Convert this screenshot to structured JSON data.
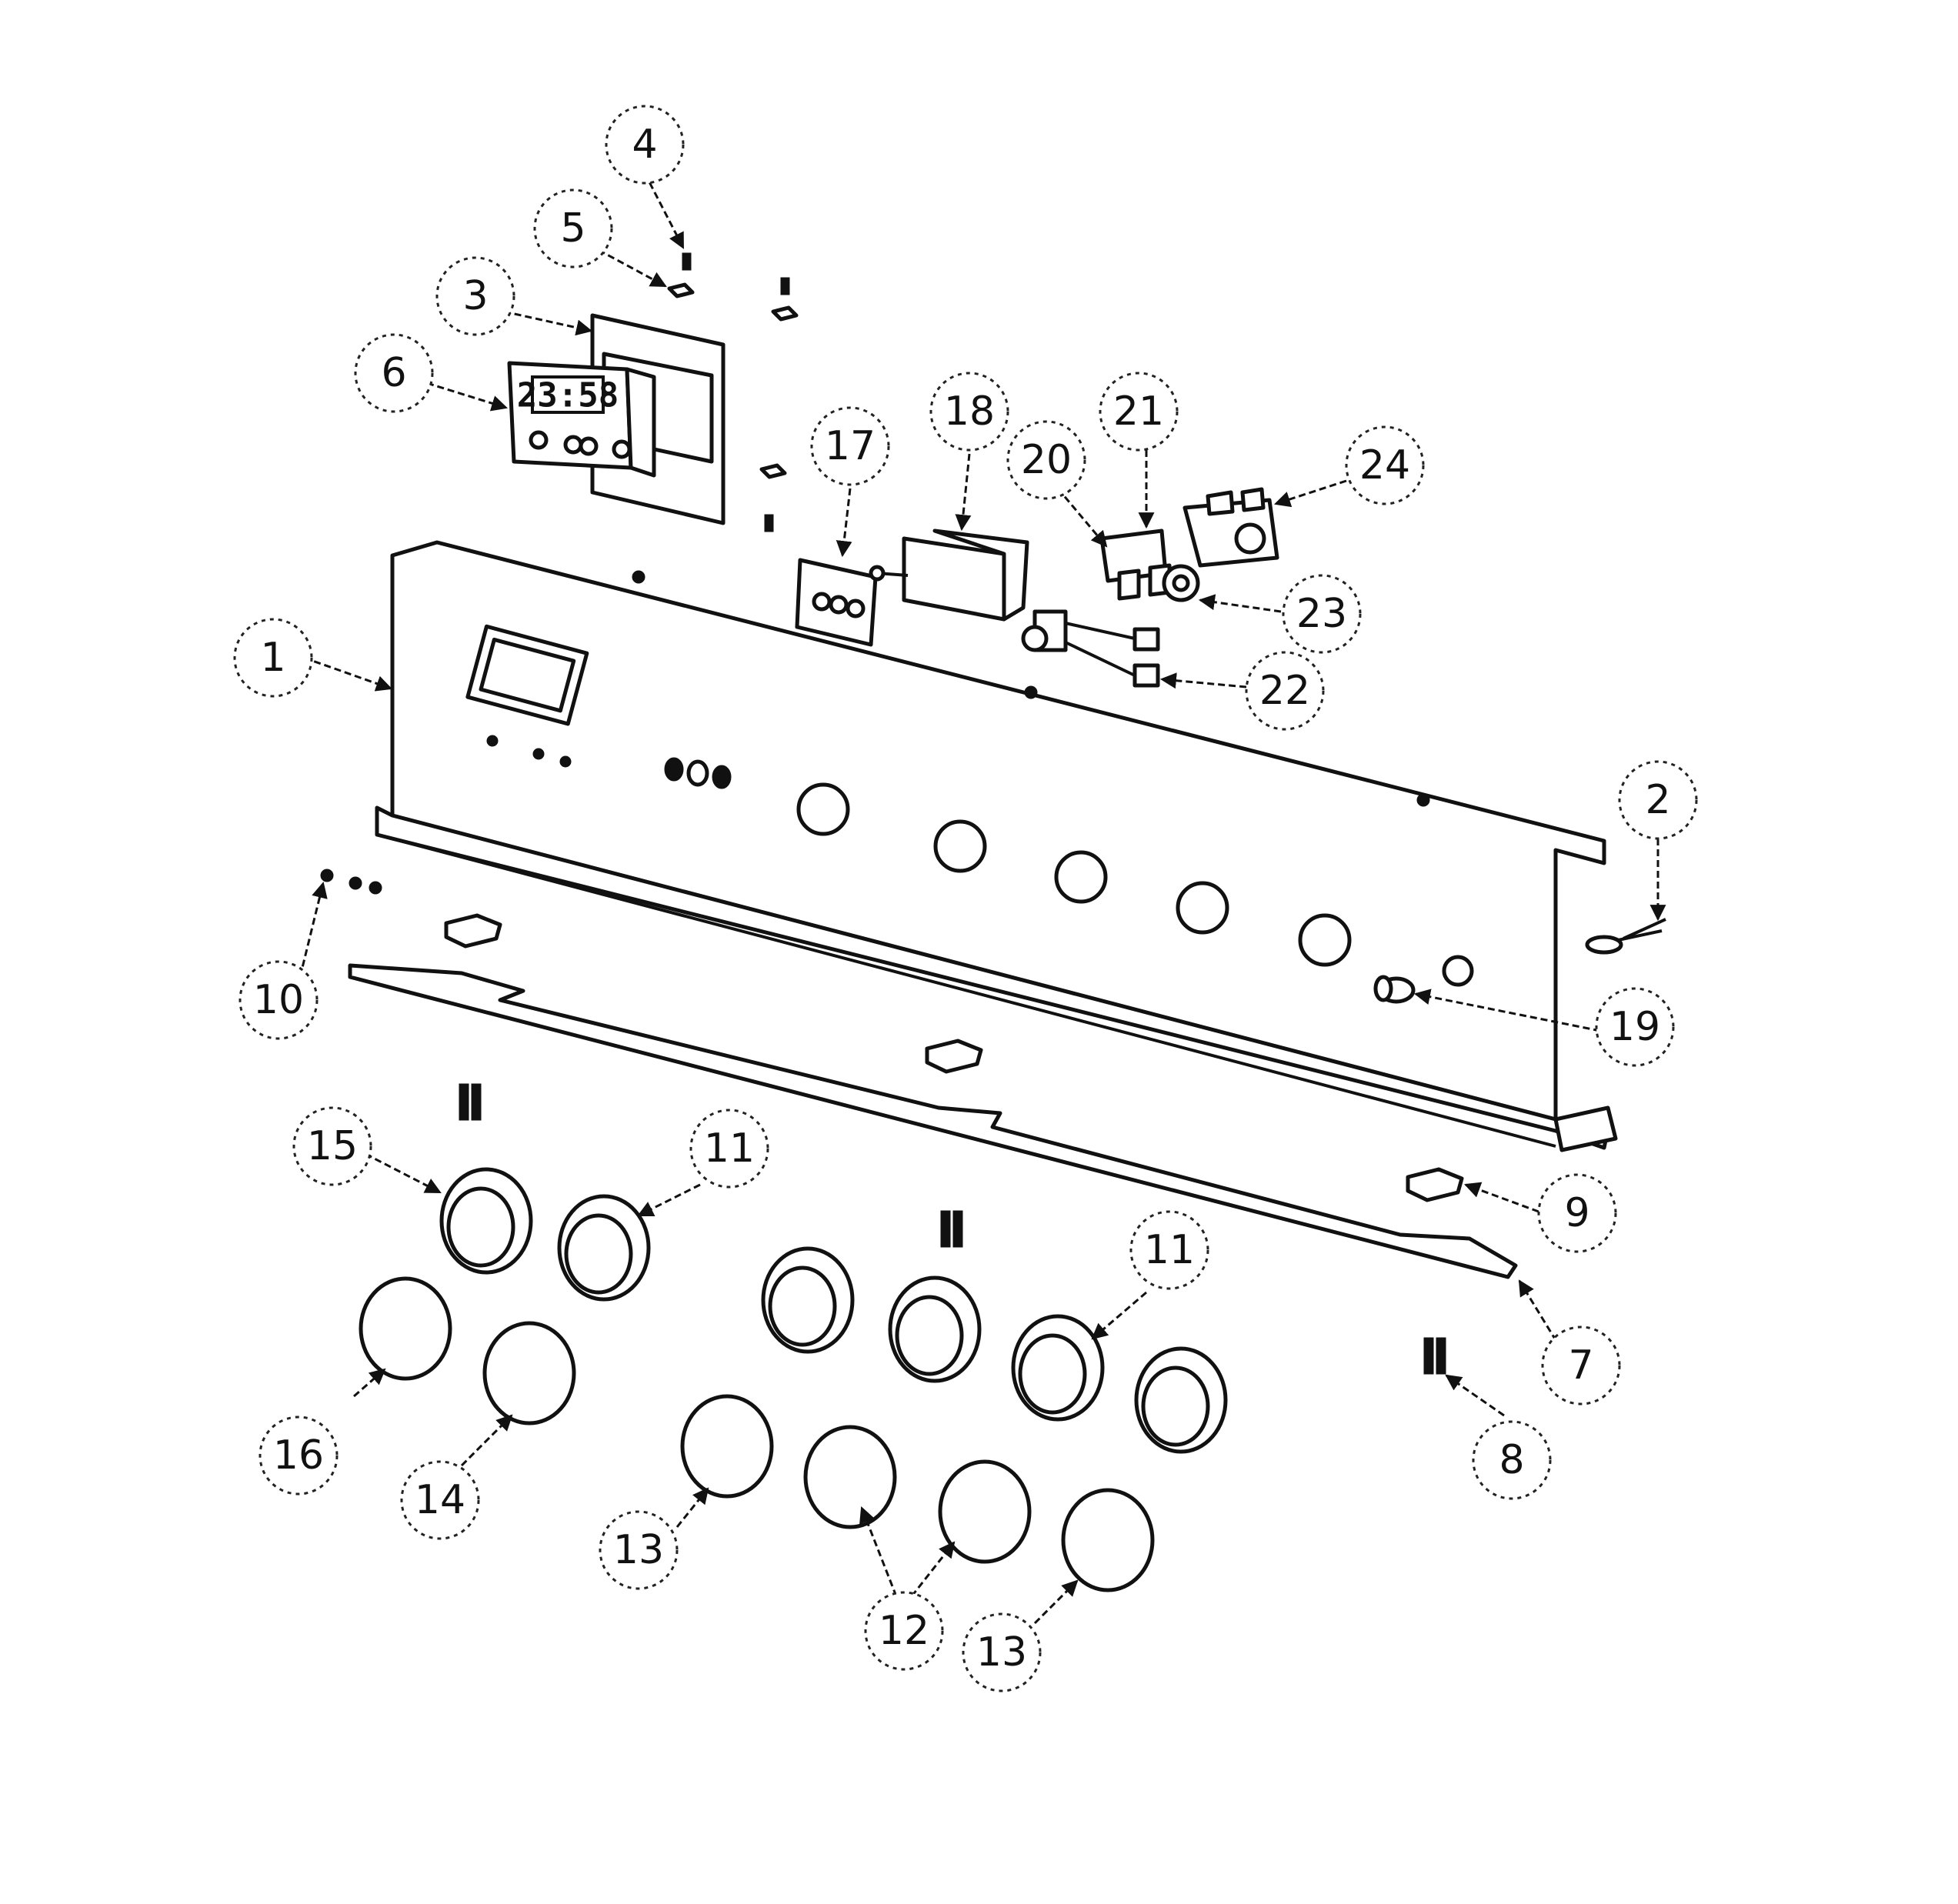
{
  "diagram": {
    "display_readout": "23:58",
    "callouts": {
      "c1": "1",
      "c2": "2",
      "c3": "3",
      "c4": "4",
      "c5": "5",
      "c6": "6",
      "c7": "7",
      "c8": "8",
      "c9": "9",
      "c10": "10",
      "c11a": "11",
      "c11b": "11",
      "c12": "12",
      "c13a": "13",
      "c13b": "13",
      "c14": "14",
      "c15": "15",
      "c16": "16",
      "c17": "17",
      "c18": "18",
      "c19": "19",
      "c20": "20",
      "c21": "21",
      "c22": "22",
      "c23": "23",
      "c24": "24"
    }
  }
}
